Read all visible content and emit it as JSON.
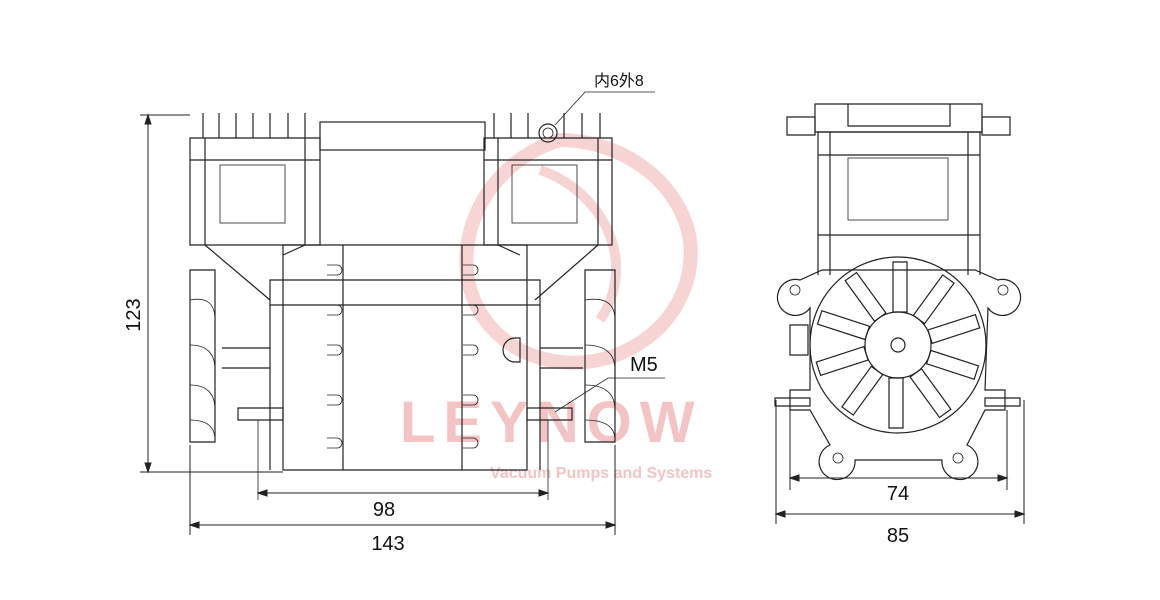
{
  "watermark": {
    "brand": "LEYNOW",
    "tagline": "Vacuum Pumps and Systems",
    "color": "#f4c4c4"
  },
  "annotations": {
    "tube_size": "内6外8",
    "thread": "M5"
  },
  "dimensions": {
    "height": "123",
    "mount_spacing_front": "98",
    "overall_width_front": "143",
    "mount_spacing_side": "74",
    "overall_width_side": "85"
  }
}
